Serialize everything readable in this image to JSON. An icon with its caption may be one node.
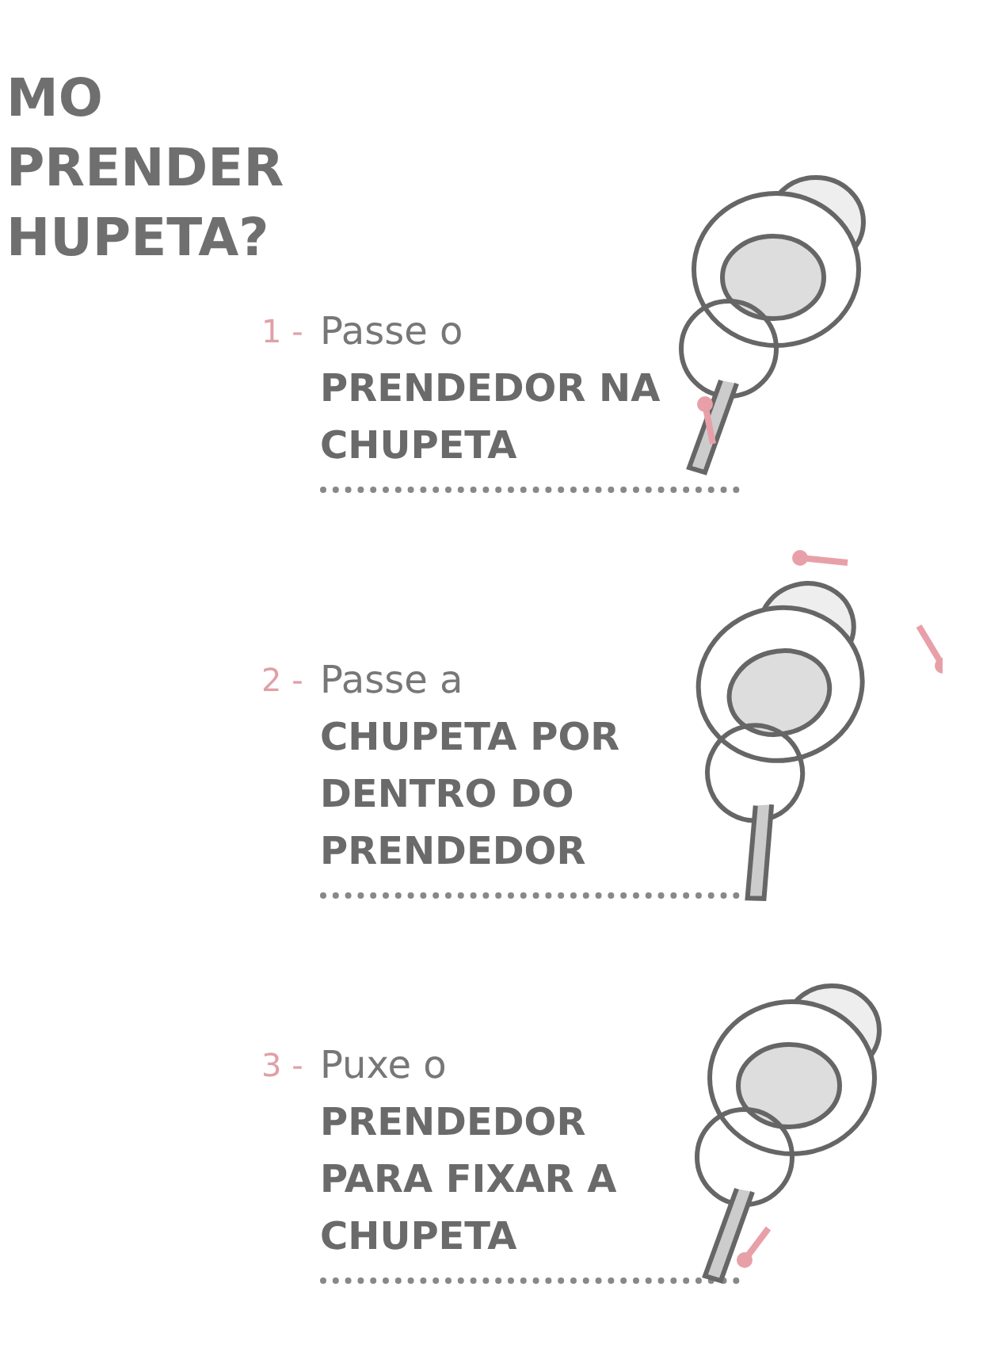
{
  "diagram": {
    "title": "MO PRENDER HUPETA?",
    "labels": [
      "1 -",
      "Passe o",
      "PRENDEDOR NA CHUPETA",
      "2 -",
      "Passe a",
      "CHUPETA POR DENTRO DO PRENDEDOR",
      "3 -",
      "Puxe o",
      "PRENDEDOR PARA FIXAR A CHUPETA"
    ]
  }
}
